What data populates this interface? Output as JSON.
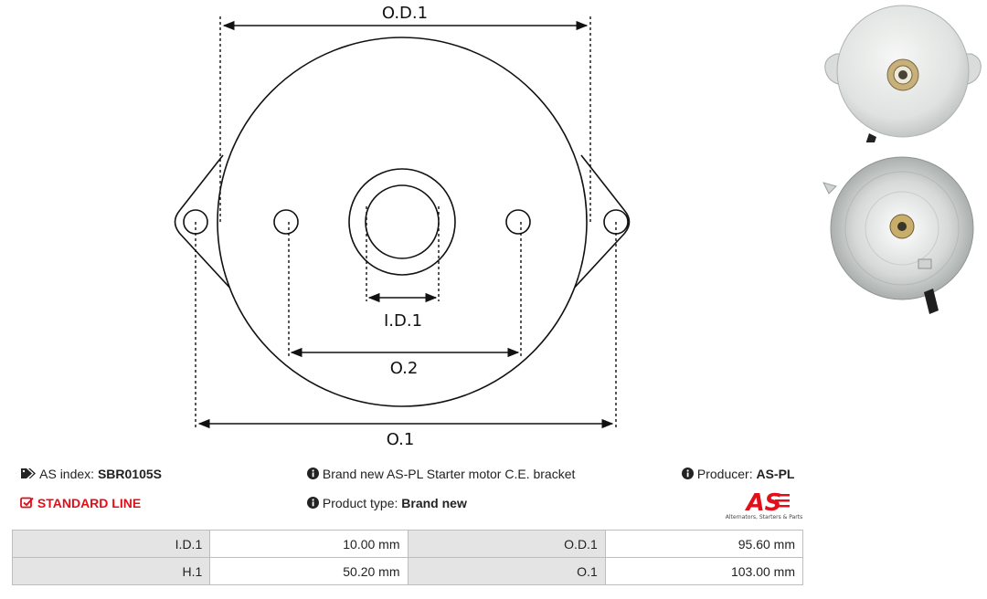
{
  "diagram": {
    "labels": {
      "od1": "O.D.1",
      "id1": "I.D.1",
      "o2": "O.2",
      "o1": "O.1"
    }
  },
  "info": {
    "as_index_label": "AS index:",
    "as_index_value": "SBR0105S",
    "line": "STANDARD LINE",
    "description": "Brand new AS-PL Starter motor C.E. bracket",
    "product_type_label": "Product type:",
    "product_type_value": "Brand new",
    "producer_label": "Producer:",
    "producer_value": "AS-PL"
  },
  "logo": {
    "mark": "AS",
    "tagline": "Alternators, Starters & Parts"
  },
  "specs": [
    {
      "label1": "I.D.1",
      "value1": "10.00 mm",
      "label2": "O.D.1",
      "value2": "95.60 mm"
    },
    {
      "label1": "H.1",
      "value1": "50.20 mm",
      "label2": "O.1",
      "value2": "103.00 mm"
    }
  ],
  "colors": {
    "accent_red": "#e00f1a",
    "table_label_bg": "#e4e4e4",
    "table_border": "#bdbdbd"
  },
  "icons": [
    "tags-icon",
    "check-square-icon",
    "info-circle-icon"
  ]
}
